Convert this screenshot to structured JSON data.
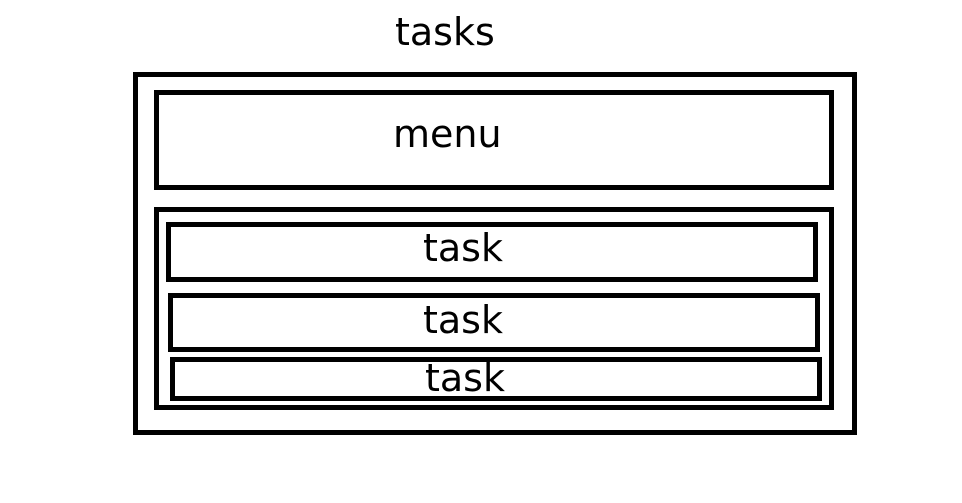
{
  "diagram": {
    "title": "tasks",
    "menu_label": "menu",
    "tasks": [
      {
        "label": "task"
      },
      {
        "label": "task"
      },
      {
        "label": "task"
      }
    ]
  }
}
